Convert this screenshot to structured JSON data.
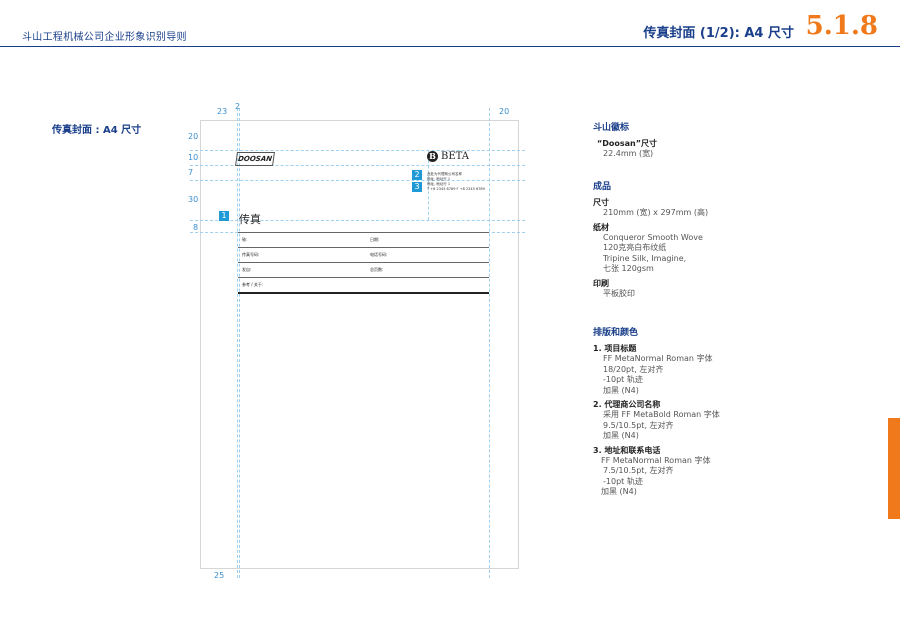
{
  "header": {
    "left_title": "斗山工程机械公司企业形象识别导则",
    "right_title": "传真封面 (1/2): A4 尺寸",
    "section_number": "5.1.8"
  },
  "left": {
    "title": "传真封面 : A4 尺寸"
  },
  "diagram": {
    "dims": {
      "top_left": "23",
      "top_mid": "2",
      "top_right": "20",
      "side_1": "20",
      "side_2": "10",
      "side_3": "7",
      "side_4": "30",
      "side_5": "8",
      "bottom": "25"
    },
    "badges": [
      "1",
      "2",
      "3"
    ],
    "logo_doosan": "DOOSAN",
    "logo_beta_mark": "B",
    "logo_beta_text": "BETA",
    "agent_lines": [
      "此处为代理商公司名称",
      "地址, 地址行 1",
      "地址, 地址行 1",
      "T +8 2345 6789    F +8 2345 6789"
    ],
    "fax_title": "传真",
    "form": {
      "r1_l": "致:",
      "r1_r": "日期:",
      "r2_l": "传真号码:",
      "r2_r": "电话号码:",
      "r3_l": "发自:",
      "r3_r": "总页数:",
      "r4_l": "参考 / 关于:"
    }
  },
  "spec": {
    "logo": {
      "heading": "斗山徽标",
      "sub": "“Doosan”尺寸",
      "value": "22.4mm (宽)"
    },
    "product": {
      "heading": "成品",
      "size_label": "尺寸",
      "size_value": "210mm (宽) x 297mm (高)",
      "paper_label": "纸材",
      "paper_lines": [
        "Conqueror Smooth Wove",
        "120克亮白布纹纸",
        "Tripine Silk, Imagine,",
        "七张  120gsm"
      ],
      "print_label": "印刷",
      "print_value": "平板胶印"
    },
    "typo": {
      "heading": "排版和颜色",
      "i1_title": "1. 项目标题",
      "i1_lines": [
        "FF MetaNormal Roman  字体",
        "18/20pt, 左对齐",
        "-10pt 轨迹",
        "加黑 (N4)"
      ],
      "i2_title": "2. 代理商公司名称",
      "i2_lines": [
        "采用  FF MetaBold Roman  字体",
        "9.5/10.5pt, 左对齐",
        "加黑 (N4)"
      ],
      "i3_title": "3. 地址和联系电话",
      "i3_lines": [
        "FF MetaNormal Roman  字体",
        "7.5/10.5pt, 左对齐",
        "-10pt 轨迹",
        "加黑 (N4)"
      ]
    }
  },
  "colors": {
    "brand_blue": "#1a3f8a",
    "accent_orange": "#f07a1b",
    "guide_cyan": "#9fd0ef",
    "badge_blue": "#1f9ad6"
  }
}
